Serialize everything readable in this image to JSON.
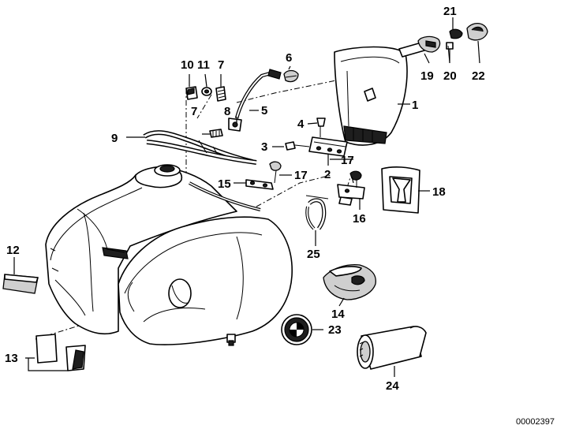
{
  "diagram": {
    "document_code": "00002397",
    "callouts": [
      "1",
      "2",
      "3",
      "4",
      "5",
      "6",
      "7",
      "7",
      "8",
      "9",
      "10",
      "11",
      "12",
      "13",
      "14",
      "15",
      "16",
      "17",
      "17",
      "18",
      "19",
      "20",
      "21",
      "22",
      "23",
      "24",
      "25"
    ]
  }
}
